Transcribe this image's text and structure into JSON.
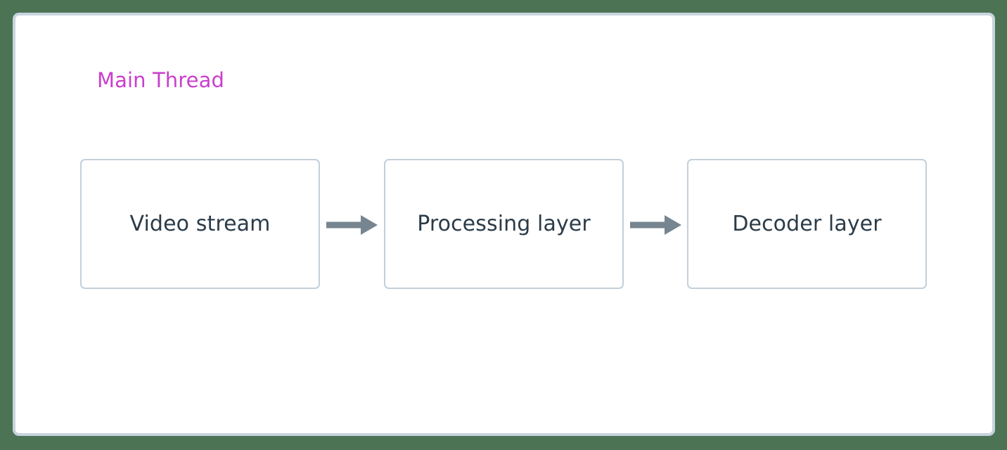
{
  "page": {
    "background_color": "#4d7355",
    "canvas_background": "#ffffff",
    "border_color": "#c7d4de"
  },
  "cluster": {
    "title": "Main Thread",
    "title_color": "#c93fcd"
  },
  "nodes": [
    {
      "id": "video-stream",
      "label": "Video stream",
      "border_color": "#c3d0da",
      "fill_color": "#ffffff",
      "text_color": "#2b3b48"
    },
    {
      "id": "processing-layer",
      "label": "Processing layer",
      "border_color": "#c3d0da",
      "fill_color": "#ffffff",
      "text_color": "#2b3b48"
    },
    {
      "id": "decoder-layer",
      "label": "Decoder layer",
      "border_color": "#c3d0da",
      "fill_color": "#ffffff",
      "text_color": "#2b3b48"
    }
  ],
  "edges": [
    {
      "id": "video-to-processing",
      "from": "video-stream",
      "to": "processing-layer",
      "label": "",
      "arrow_color": "#76858f",
      "style": "solid-arrow"
    },
    {
      "id": "processing-to-decoder",
      "from": "processing-layer",
      "to": "decoder-layer",
      "label": "",
      "arrow_color": "#76858f",
      "style": "solid-arrow"
    }
  ]
}
